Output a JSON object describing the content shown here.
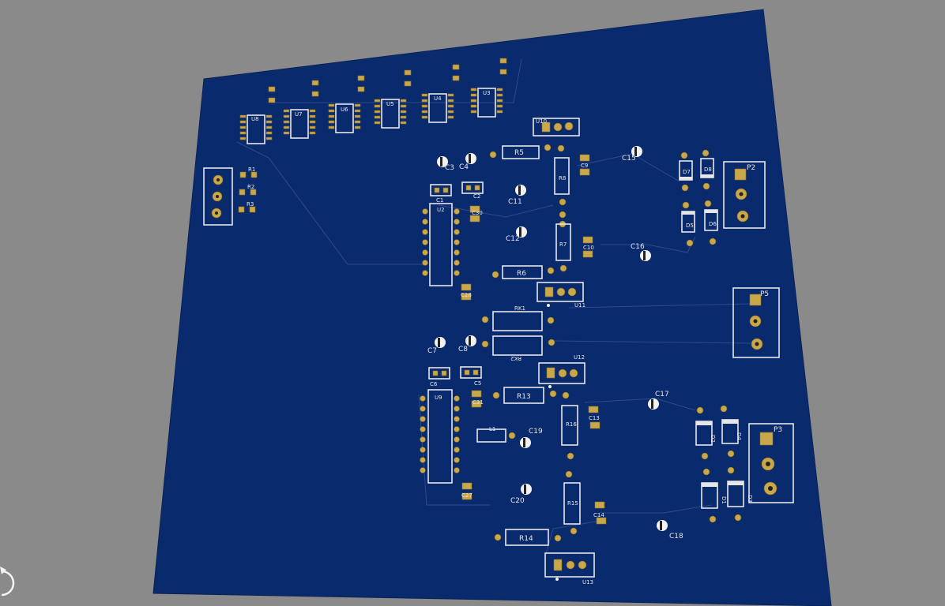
{
  "board": {
    "colors": {
      "background": "#8a8a8a",
      "soldermask": "#0a2a6e",
      "silkscreen": "#e6e6e6",
      "pad": "#c9a84c"
    }
  },
  "refdes": {
    "U2": "U2",
    "U3": "U3",
    "U4": "U4",
    "U5": "U5",
    "U6": "U6",
    "U7": "U7",
    "U8": "U8",
    "U9": "U9",
    "U10": "U10",
    "U11": "U11",
    "U12": "U12",
    "U13": "U13",
    "R1": "R1",
    "R2": "R2",
    "R3": "R3",
    "R5": "R5",
    "R6": "R6",
    "R7": "R7",
    "R8": "R8",
    "R13": "R13",
    "R14": "R14",
    "R15": "R15",
    "R16": "R16",
    "RK1": "RK1",
    "RK2": "RK2",
    "C1": "C1",
    "C2": "C2",
    "C3": "C3",
    "C4": "C4",
    "C5": "C5",
    "C6": "C6",
    "C7": "C7",
    "C8": "C8",
    "C9": "C9",
    "C10": "C10",
    "C11": "C11",
    "C12": "C12",
    "C13": "C13",
    "C14": "C14",
    "C15": "C15",
    "C16": "C16",
    "C17": "C17",
    "C18": "C18",
    "C19": "C19",
    "C20": "C20",
    "C27": "C27",
    "C28": "C28",
    "C30": "C30",
    "C31": "C31",
    "D1": "D1",
    "D2": "D2",
    "D3": "D3",
    "D4": "D4",
    "D5": "D5",
    "D6": "D6",
    "D7": "D7",
    "D8": "D8",
    "L1": "L1",
    "P2": "P2",
    "P3": "P3",
    "P5": "P5"
  },
  "viewer": {
    "rotate_icon": "rotate-icon"
  }
}
